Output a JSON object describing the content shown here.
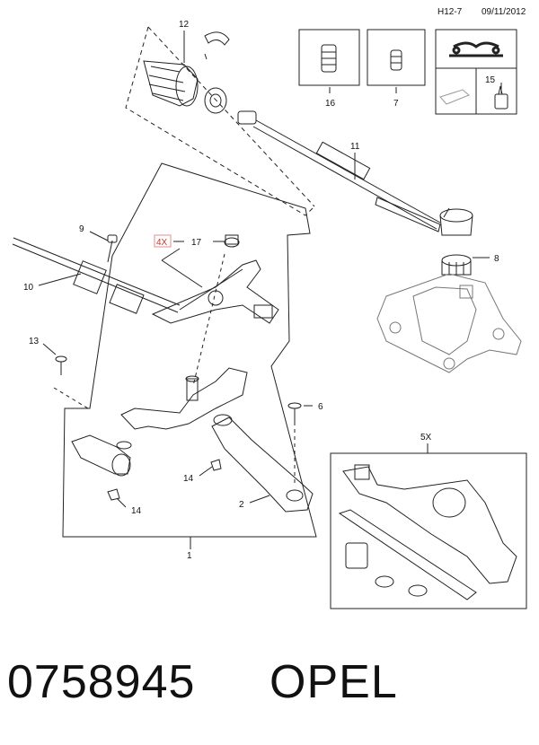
{
  "header": {
    "ref": "H12-7",
    "date": "09/11/2012"
  },
  "callouts": {
    "c1": "1",
    "c2": "2",
    "c6": "6",
    "c7": "7",
    "c8": "8",
    "c9": "9",
    "c10": "10",
    "c11": "11",
    "c12": "12",
    "c13": "13",
    "c14a": "14",
    "c14b": "14",
    "c15": "15",
    "c16": "16",
    "c17": "17"
  },
  "qty_4x": "4X",
  "qty_5x": "5X",
  "footer": {
    "part_number": "0758945",
    "brand": "OPEL"
  },
  "colors": {
    "line": "#222222",
    "highlight_box": "#e8a0a0",
    "highlight_text": "#c0392b"
  }
}
